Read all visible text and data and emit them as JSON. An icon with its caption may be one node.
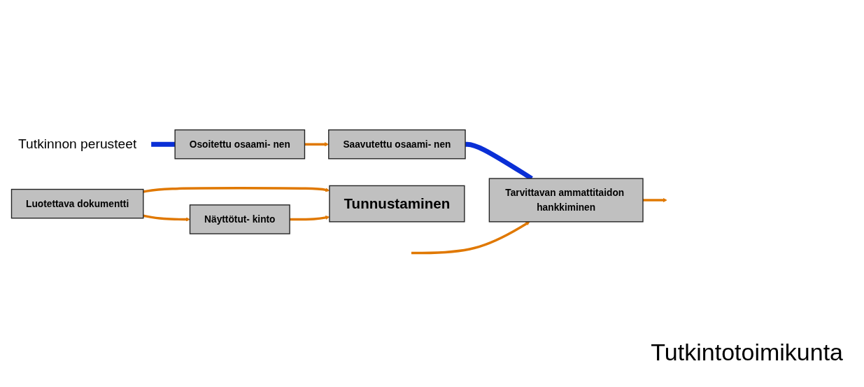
{
  "diagram": {
    "nodes": [
      {
        "text": [
          "Tutkinnon perusteet"
        ]
      },
      {
        "text": [
          "Osoitettu osaami- nen"
        ]
      },
      {
        "text": [
          "Saavutettu osaami- nen"
        ]
      },
      {
        "text": [
          "Tarvittavan ammattitaidon hankkiminen"
        ]
      },
      {
        "text": [
          "Luotettava dokumentti"
        ]
      },
      {
        "text": [
          "Näyttötut- kinto"
        ]
      },
      {
        "text": [
          "Tunnustaminen"
        ]
      }
    ],
    "edges": [
      {
        "from": 0,
        "to": 1,
        "arrow": "none",
        "style": "thick",
        "color": "#0a2fd6"
      },
      {
        "from": 1,
        "to": 2,
        "arrow": "to"
      },
      {
        "from": 2,
        "to": 3,
        "arrow": "none",
        "style": "thick",
        "color": "#0a2fd6"
      },
      {
        "from": null,
        "to": 3,
        "arrow": "to"
      },
      {
        "from": 3,
        "to": null,
        "arrow": "to"
      },
      {
        "from": 4,
        "to": 5,
        "arrow": "to"
      },
      {
        "from": 4,
        "to": 6,
        "arrow": "to"
      },
      {
        "from": 5,
        "to": 6,
        "arrow": "to"
      }
    ],
    "labels": [
      "Tutkintotoimikunta"
    ]
  }
}
